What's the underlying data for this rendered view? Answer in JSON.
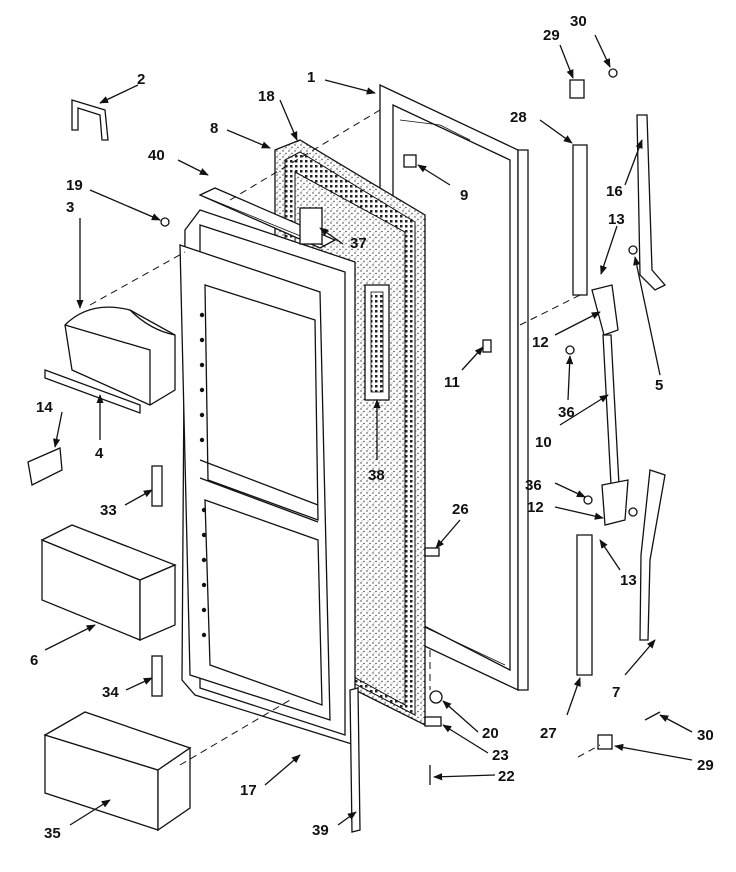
{
  "diagram": {
    "labels": [
      "1",
      "2",
      "3",
      "4",
      "5",
      "6",
      "7",
      "8",
      "9",
      "10",
      "11",
      "12",
      "12",
      "13",
      "13",
      "14",
      "16",
      "17",
      "18",
      "19",
      "20",
      "22",
      "23",
      "26",
      "27",
      "28",
      "29",
      "29",
      "30",
      "30",
      "33",
      "34",
      "35",
      "36",
      "36",
      "37",
      "38",
      "39",
      "40"
    ]
  },
  "colors": {
    "ink": "#111111",
    "paper": "#ffffff",
    "stipple": "#b8b8b8"
  }
}
